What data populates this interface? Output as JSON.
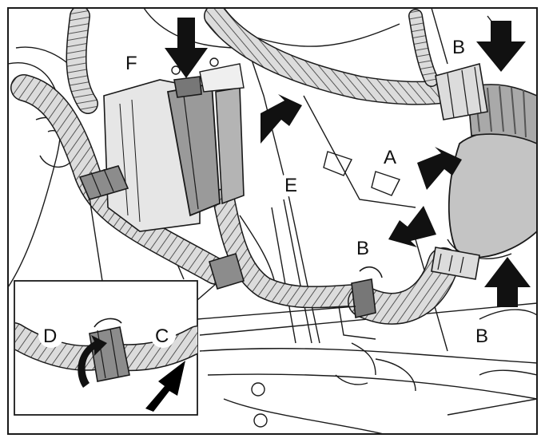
{
  "figure": {
    "labels": {
      "a": "A",
      "b_top": "B",
      "b_middle": "B",
      "b_bottom": "B",
      "c": "C",
      "d": "D",
      "e": "E",
      "f": "F"
    },
    "colors": {
      "line": "#1a1a1a",
      "hose_fill": "#dcdcdc",
      "dark_fill": "#8c8c8c",
      "relay_fill": "#b4b4b4",
      "resonator_fill": "#c4c4c4",
      "arrow_fill": "#111111",
      "background": "#ffffff"
    }
  }
}
